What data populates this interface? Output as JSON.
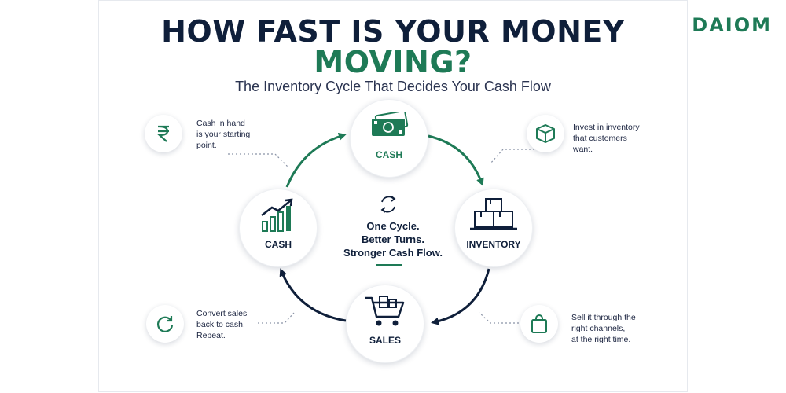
{
  "brand": {
    "logo_text": "DAIOM"
  },
  "header": {
    "title_line1": "HOW FAST IS YOUR MONEY",
    "title_line2": "MOVING?",
    "subtitle": "The Inventory Cycle That Decides Your Cash Flow"
  },
  "cycle": {
    "top_label": "CASH",
    "right_label": "INVENTORY",
    "bottom_label": "SALES",
    "left_label": "CASH",
    "center_lines": [
      "One Cycle.",
      "Better Turns.",
      "Stronger Cash Flow."
    ]
  },
  "notes": {
    "top_left": [
      "Cash in hand",
      "is your starting",
      "point."
    ],
    "top_right": [
      "Invest in inventory",
      "that customers",
      "want."
    ],
    "bottom_left": [
      "Convert sales",
      "back to cash.",
      "Repeat."
    ],
    "bottom_right": [
      "Sell it through the",
      "right channels,",
      "at the right time."
    ]
  },
  "colors": {
    "navy": "#0f1f3a",
    "green": "#1e7a56"
  },
  "icons": {
    "top": "money-stack-icon",
    "right": "boxes-icon",
    "bottom": "shopping-cart-icon",
    "left": "growth-chart-icon",
    "center": "cycle-arrows-icon",
    "note_top_left": "rupee-icon",
    "note_top_right": "box-icon",
    "note_bottom_left": "refresh-icon",
    "note_bottom_right": "shopping-bag-icon"
  }
}
